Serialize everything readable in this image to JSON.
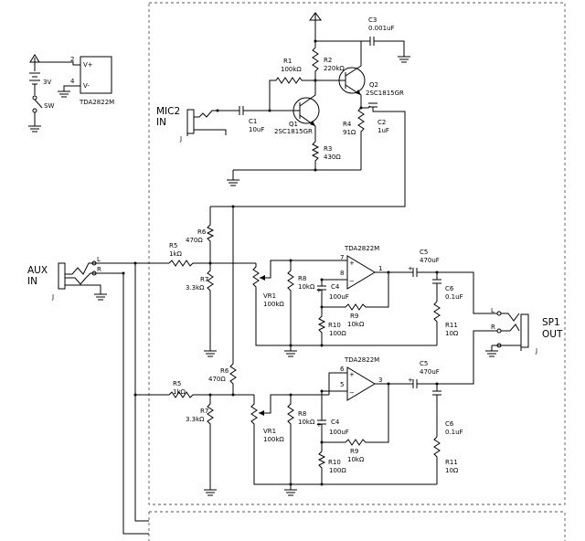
{
  "top": {
    "battery_voltage": "3V",
    "switch": "SW",
    "pin2": "2",
    "pin4": "4",
    "vplus": "V+",
    "vminus": "V-",
    "ic": "TDA2822M"
  },
  "mic": {
    "title1": "MIC2",
    "title2": "IN",
    "jack": "J",
    "c1_name": "C1",
    "c1_val": "10uF",
    "r1_name": "R1",
    "r1_val": "100kΩ",
    "r2_name": "R2",
    "r2_val": "220kΩ",
    "r3_name": "R3",
    "r3_val": "430Ω",
    "r4_name": "R4",
    "r4_val": "91Ω",
    "c2_name": "C2",
    "c2_val": "1uF",
    "c3_name": "C3",
    "c3_val": "0.001uF",
    "q1_name": "Q1",
    "q1_part": "2SC1815GR",
    "q2_name": "Q2",
    "q2_part": "2SC1815GR"
  },
  "aux": {
    "title1": "AUX",
    "title2": "IN",
    "jack": "J",
    "l": "L",
    "r": "R"
  },
  "ch1": {
    "ic": "TDA2822M",
    "r6_name": "R6",
    "r6_val": "470Ω",
    "r5_name": "R5",
    "r5_val": "1kΩ",
    "r7_name": "R7",
    "r7_val": "3.3kΩ",
    "vr_name": "VR1",
    "vr_val": "100kΩ",
    "r8_name": "R8",
    "r8_val": "10kΩ",
    "c4_name": "C4",
    "c4_val": "100uF",
    "r9_name": "R9",
    "r9_val": "10kΩ",
    "r10_name": "R10",
    "r10_val": "100Ω",
    "c5_name": "C5",
    "c5_val": "470uF",
    "c6_name": "C6",
    "c6_val": "0.1uF",
    "r11_name": "R11",
    "r11_val": "10Ω",
    "pin_plus": "7",
    "pin_minus": "8",
    "pin_out": "1",
    "plus": "+",
    "minus": "−"
  },
  "ch2": {
    "ic": "TDA2822M",
    "r6_name": "R6",
    "r6_val": "470Ω",
    "r5_name": "R5",
    "r5_val": "1kΩ",
    "r7_name": "R7",
    "r7_val": "3.3kΩ",
    "vr_name": "VR1",
    "vr_val": "100kΩ",
    "r8_name": "R8",
    "r8_val": "10kΩ",
    "c4_name": "C4",
    "c4_val": "100uF",
    "r9_name": "R9",
    "r9_val": "10kΩ",
    "r10_name": "R10",
    "r10_val": "100Ω",
    "c5_name": "C5",
    "c5_val": "470uF",
    "c6_name": "C6",
    "c6_val": "0.1uF",
    "r11_name": "R11",
    "r11_val": "10Ω",
    "pin_plus": "6",
    "pin_minus": "5",
    "pin_out": "3",
    "plus": "+",
    "minus": "−"
  },
  "out": {
    "title1": "SP1",
    "title2": "OUT",
    "jack": "J",
    "l": "L",
    "r": "R"
  }
}
